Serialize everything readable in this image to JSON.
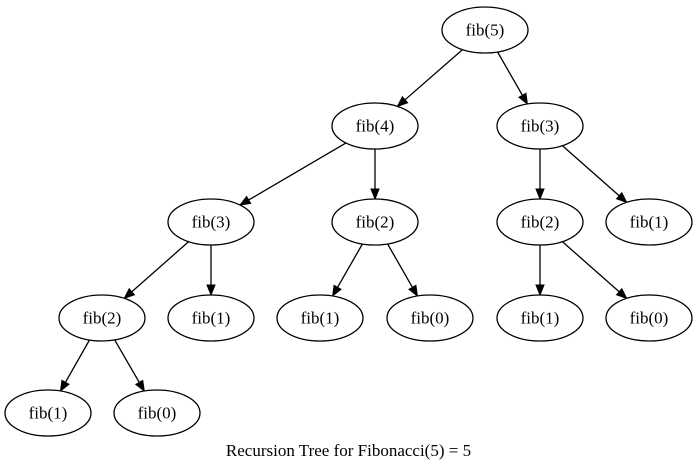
{
  "caption": "Recursion Tree for Fibonacci(5) = 5",
  "colors": {
    "node_fill": "#ffffff",
    "stroke": "#000000",
    "text": "#000000"
  },
  "nodes": [
    {
      "id": "n0",
      "label": "fib(5)"
    },
    {
      "id": "n1",
      "label": "fib(4)"
    },
    {
      "id": "n2",
      "label": "fib(3)"
    },
    {
      "id": "n3",
      "label": "fib(3)"
    },
    {
      "id": "n4",
      "label": "fib(2)"
    },
    {
      "id": "n5",
      "label": "fib(2)"
    },
    {
      "id": "n6",
      "label": "fib(1)"
    },
    {
      "id": "n7",
      "label": "fib(2)"
    },
    {
      "id": "n8",
      "label": "fib(1)"
    },
    {
      "id": "n9",
      "label": "fib(1)"
    },
    {
      "id": "n10",
      "label": "fib(0)"
    },
    {
      "id": "n11",
      "label": "fib(1)"
    },
    {
      "id": "n12",
      "label": "fib(0)"
    },
    {
      "id": "n13",
      "label": "fib(1)"
    },
    {
      "id": "n14",
      "label": "fib(0)"
    }
  ],
  "edges": [
    {
      "from": "n0",
      "to": "n1"
    },
    {
      "from": "n0",
      "to": "n2"
    },
    {
      "from": "n1",
      "to": "n3"
    },
    {
      "from": "n1",
      "to": "n4"
    },
    {
      "from": "n2",
      "to": "n5"
    },
    {
      "from": "n2",
      "to": "n6"
    },
    {
      "from": "n3",
      "to": "n7"
    },
    {
      "from": "n3",
      "to": "n8"
    },
    {
      "from": "n4",
      "to": "n9"
    },
    {
      "from": "n4",
      "to": "n10"
    },
    {
      "from": "n5",
      "to": "n11"
    },
    {
      "from": "n5",
      "to": "n12"
    },
    {
      "from": "n7",
      "to": "n13"
    },
    {
      "from": "n7",
      "to": "n14"
    }
  ]
}
